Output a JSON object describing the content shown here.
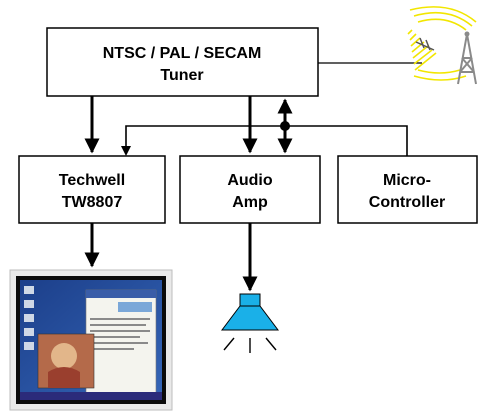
{
  "blocks": {
    "tuner": {
      "line1": "NTSC / PAL / SECAM",
      "line2": "Tuner"
    },
    "techwell": {
      "line1": "Techwell",
      "line2": "TW8807"
    },
    "audio_amp": {
      "line1": "Audio",
      "line2": "Amp"
    },
    "micro_controller": {
      "line1": "Micro-",
      "line2": "Controller"
    }
  },
  "icons": {
    "antenna": "broadcast-antenna-icon",
    "speaker": "speaker-icon",
    "display": "lcd-monitor-icon"
  },
  "colors": {
    "speaker": "#1ab0e8",
    "antenna_waves": "#f2e600",
    "antenna_tower": "#8a8a8a",
    "lines": "#000000"
  }
}
